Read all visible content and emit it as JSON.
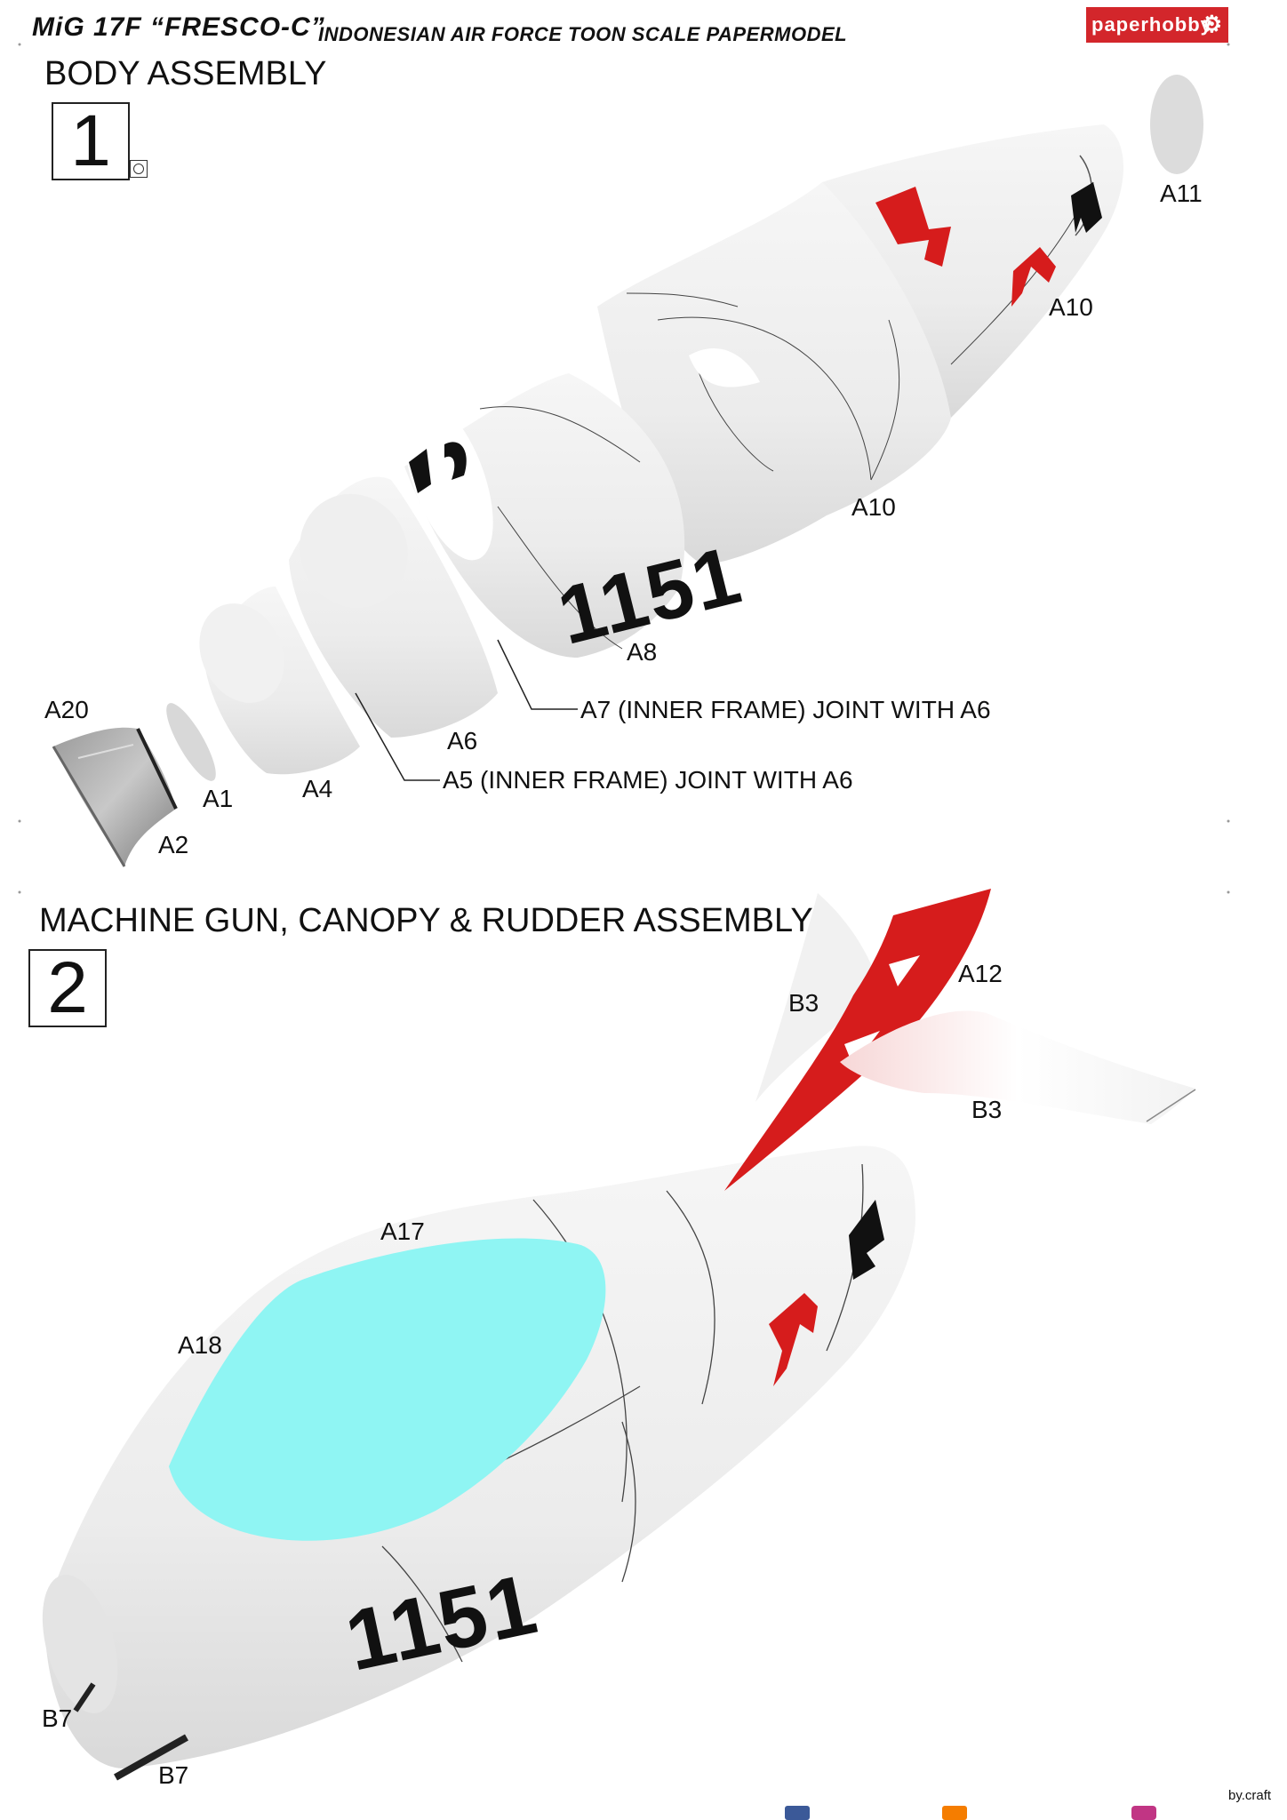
{
  "header": {
    "model": "MiG 17F “FRESCO-C”",
    "subtitle": "INDONESIAN AIR FORCE  TOON SCALE PAPERMODEL",
    "brand": "paperhobby"
  },
  "section1": {
    "title": "BODY ASSEMBLY",
    "step": "1",
    "serial": "1151",
    "labels": {
      "a11": "A11",
      "a10_top": "A10",
      "a10_mid": "A10",
      "a8": "A8",
      "a7": "A7 (INNER FRAME) JOINT WITH A6",
      "a6": "A6",
      "a5": "A5 (INNER FRAME) JOINT WITH A6",
      "a20": "A20",
      "a1": "A1",
      "a4": "A4",
      "a2": "A2"
    }
  },
  "section2": {
    "title": "MACHINE GUN, CANOPY & RUDDER ASSEMBLY",
    "step": "2",
    "serial": "1151",
    "labels": {
      "a12": "A12",
      "b3_top": "B3",
      "b3_bottom": "B3",
      "a17": "A17",
      "a18": "A18",
      "b7_top": "B7",
      "b7_bottom": "B7"
    }
  },
  "footer": {
    "credit": "by.craft"
  },
  "colors": {
    "accent_red": "#d3262b",
    "canopy": "#8ff5f3",
    "body_grey": "#ececec"
  }
}
